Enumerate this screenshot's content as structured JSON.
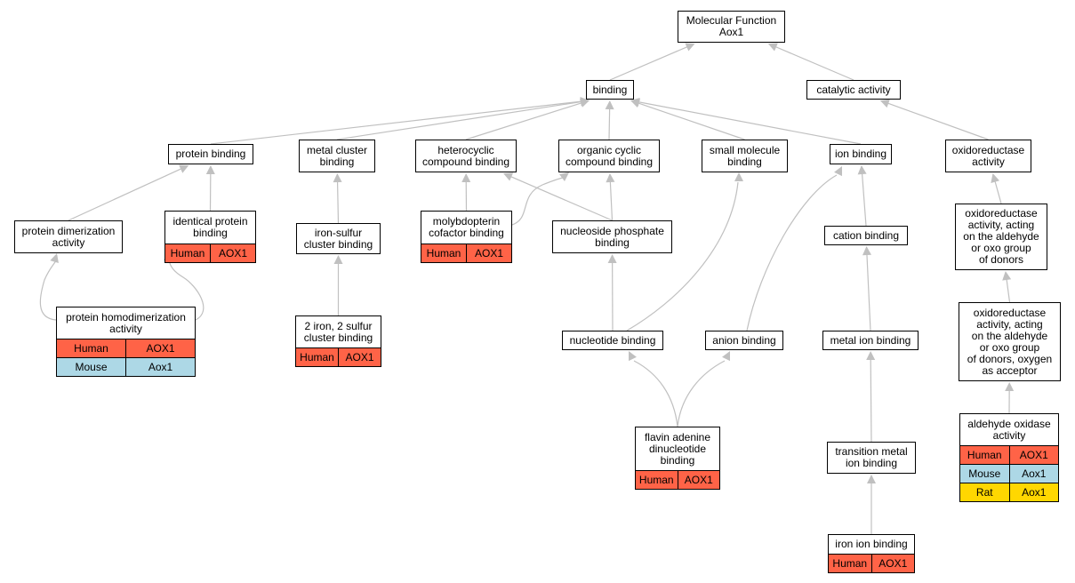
{
  "colors": {
    "edge": "#c0c0c0",
    "Human": "#ff6347",
    "Mouse": "#add8e6",
    "Rat": "#ffd700"
  },
  "nodes": [
    {
      "id": "mf",
      "label": "Molecular Function\nAox1",
      "rows": []
    },
    {
      "id": "binding",
      "label": "binding",
      "rows": []
    },
    {
      "id": "catalytic",
      "label": "catalytic activity",
      "rows": []
    },
    {
      "id": "protein_binding",
      "label": "protein binding",
      "rows": []
    },
    {
      "id": "metal_cluster",
      "label": "metal cluster\nbinding",
      "rows": []
    },
    {
      "id": "heterocyclic",
      "label": "heterocyclic\ncompound binding",
      "rows": []
    },
    {
      "id": "organic_cyclic",
      "label": "organic cyclic\ncompound binding",
      "rows": []
    },
    {
      "id": "small_molecule",
      "label": "small molecule\nbinding",
      "rows": []
    },
    {
      "id": "ion_binding",
      "label": "ion binding",
      "rows": []
    },
    {
      "id": "oxidoreductase",
      "label": "oxidoreductase\nactivity",
      "rows": []
    },
    {
      "id": "protein_dimer",
      "label": "protein dimerization\nactivity",
      "rows": []
    },
    {
      "id": "identical_protein",
      "label": "identical protein\nbinding",
      "rows": [
        {
          "species": "Human",
          "gene": "AOX1"
        }
      ]
    },
    {
      "id": "iron_sulfur",
      "label": "iron-sulfur\ncluster binding",
      "rows": []
    },
    {
      "id": "molybdopterin",
      "label": "molybdopterin\ncofactor binding",
      "rows": [
        {
          "species": "Human",
          "gene": "AOX1"
        }
      ]
    },
    {
      "id": "nucleoside_phosphate",
      "label": "nucleoside phosphate\nbinding",
      "rows": []
    },
    {
      "id": "cation",
      "label": "cation binding",
      "rows": []
    },
    {
      "id": "oxido_aldehyde",
      "label": "oxidoreductase\nactivity, acting\non the aldehyde\nor oxo group\nof donors",
      "rows": []
    },
    {
      "id": "protein_homodimer",
      "label": "protein homodimerization\nactivity",
      "rows": [
        {
          "species": "Human",
          "gene": "AOX1"
        },
        {
          "species": "Mouse",
          "gene": "Aox1"
        }
      ]
    },
    {
      "id": "iron2_sulfur2",
      "label": "2 iron, 2 sulfur\ncluster binding",
      "rows": [
        {
          "species": "Human",
          "gene": "AOX1"
        }
      ]
    },
    {
      "id": "nucleotide",
      "label": "nucleotide binding",
      "rows": []
    },
    {
      "id": "anion",
      "label": "anion binding",
      "rows": []
    },
    {
      "id": "metal_ion",
      "label": "metal ion binding",
      "rows": []
    },
    {
      "id": "oxido_aldehyde_oxygen",
      "label": "oxidoreductase\nactivity, acting\non the aldehyde\nor oxo group\nof donors, oxygen\nas acceptor",
      "rows": []
    },
    {
      "id": "fad",
      "label": "flavin adenine\ndinucleotide\nbinding",
      "rows": [
        {
          "species": "Human",
          "gene": "AOX1"
        }
      ]
    },
    {
      "id": "transition_metal",
      "label": "transition metal\nion binding",
      "rows": []
    },
    {
      "id": "aldehyde_oxidase",
      "label": "aldehyde oxidase\nactivity",
      "rows": [
        {
          "species": "Human",
          "gene": "AOX1"
        },
        {
          "species": "Mouse",
          "gene": "Aox1"
        },
        {
          "species": "Rat",
          "gene": "Aox1"
        }
      ]
    },
    {
      "id": "iron_ion",
      "label": "iron ion binding",
      "rows": [
        {
          "species": "Human",
          "gene": "AOX1"
        }
      ]
    }
  ],
  "edges": [
    [
      "binding",
      "mf"
    ],
    [
      "catalytic",
      "mf"
    ],
    [
      "protein_binding",
      "binding"
    ],
    [
      "metal_cluster",
      "binding"
    ],
    [
      "heterocyclic",
      "binding"
    ],
    [
      "organic_cyclic",
      "binding"
    ],
    [
      "small_molecule",
      "binding"
    ],
    [
      "ion_binding",
      "binding"
    ],
    [
      "oxidoreductase",
      "catalytic"
    ],
    [
      "protein_dimer",
      "protein_binding"
    ],
    [
      "identical_protein",
      "protein_binding"
    ],
    [
      "iron_sulfur",
      "metal_cluster"
    ],
    [
      "molybdopterin",
      "heterocyclic"
    ],
    [
      "molybdopterin",
      "organic_cyclic"
    ],
    [
      "nucleoside_phosphate",
      "heterocyclic"
    ],
    [
      "nucleoside_phosphate",
      "organic_cyclic"
    ],
    [
      "cation",
      "ion_binding"
    ],
    [
      "oxido_aldehyde",
      "oxidoreductase"
    ],
    [
      "protein_homodimer",
      "protein_dimer"
    ],
    [
      "protein_homodimer",
      "identical_protein"
    ],
    [
      "iron2_sulfur2",
      "iron_sulfur"
    ],
    [
      "nucleotide",
      "nucleoside_phosphate"
    ],
    [
      "nucleotide",
      "small_molecule"
    ],
    [
      "anion",
      "ion_binding"
    ],
    [
      "metal_ion",
      "cation"
    ],
    [
      "oxido_aldehyde_oxygen",
      "oxido_aldehyde"
    ],
    [
      "fad",
      "nucleotide"
    ],
    [
      "fad",
      "anion"
    ],
    [
      "transition_metal",
      "metal_ion"
    ],
    [
      "aldehyde_oxidase",
      "oxido_aldehyde_oxygen"
    ],
    [
      "iron_ion",
      "transition_metal"
    ]
  ]
}
